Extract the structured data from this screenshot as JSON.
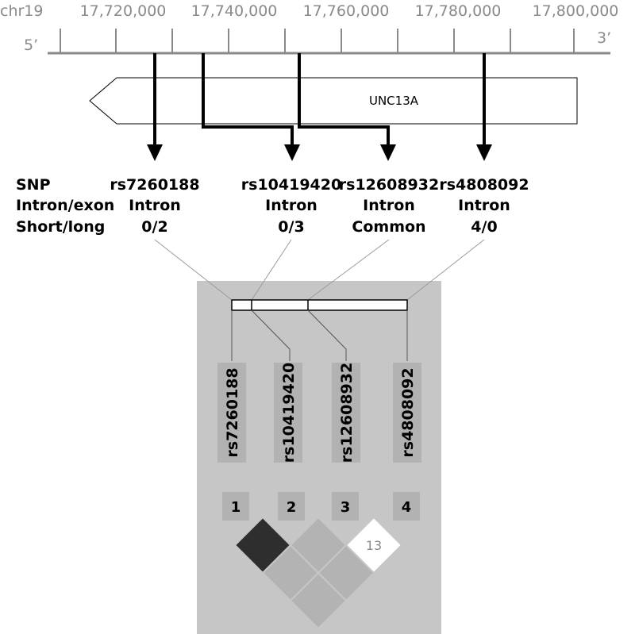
{
  "chromosome": "chr19",
  "coordinates": [
    "17,720,000",
    "17,740,000",
    "17,760,000",
    "17,780,000",
    "17,800,000"
  ],
  "strand": {
    "five_prime": "5’",
    "three_prime": "3’"
  },
  "gene": {
    "name": "UNC13A"
  },
  "row_labels": [
    "SNP",
    "Intron/exon",
    "Short/long"
  ],
  "snps": [
    {
      "id": "rs7260188",
      "region": "Intron",
      "ratio": "0/2",
      "index": "1"
    },
    {
      "id": "rs10419420",
      "region": "Intron",
      "ratio": "0/3",
      "index": "2"
    },
    {
      "id": "rs12608932",
      "region": "Intron",
      "ratio": "Common",
      "index": "3"
    },
    {
      "id": "rs4808092",
      "region": "Intron",
      "ratio": "4/0",
      "index": "4"
    }
  ],
  "ld_plot": {
    "cells": [
      {
        "pair": "1-2",
        "color": "#2e2e2e",
        "value": ""
      },
      {
        "pair": "2-3",
        "color": "#b3b3b3",
        "value": ""
      },
      {
        "pair": "3-4",
        "color": "#ffffff",
        "value": "13"
      },
      {
        "pair": "1-3",
        "color": "#b3b3b3",
        "value": ""
      },
      {
        "pair": "2-4",
        "color": "#b3b3b3",
        "value": ""
      },
      {
        "pair": "1-4",
        "color": "#b3b3b3",
        "value": ""
      }
    ]
  },
  "colors": {
    "axis": "#8a8a8a",
    "panel": "#c6c6c6",
    "label_box": "#b2b2b2",
    "arrow": "#000000"
  }
}
